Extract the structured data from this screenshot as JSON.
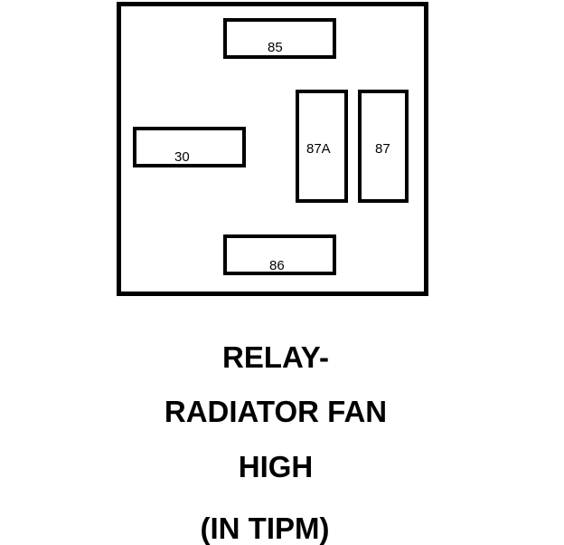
{
  "diagram": {
    "terminals": {
      "t85": "85",
      "t30": "30",
      "t87a": "87A",
      "t87": "87",
      "t86": "86"
    },
    "caption": {
      "line1": "RELAY-",
      "line2": "RADIATOR FAN",
      "line3": "HIGH",
      "line4": "(IN TIPM)"
    },
    "colors": {
      "stroke": "#000000",
      "background": "#ffffff"
    }
  }
}
